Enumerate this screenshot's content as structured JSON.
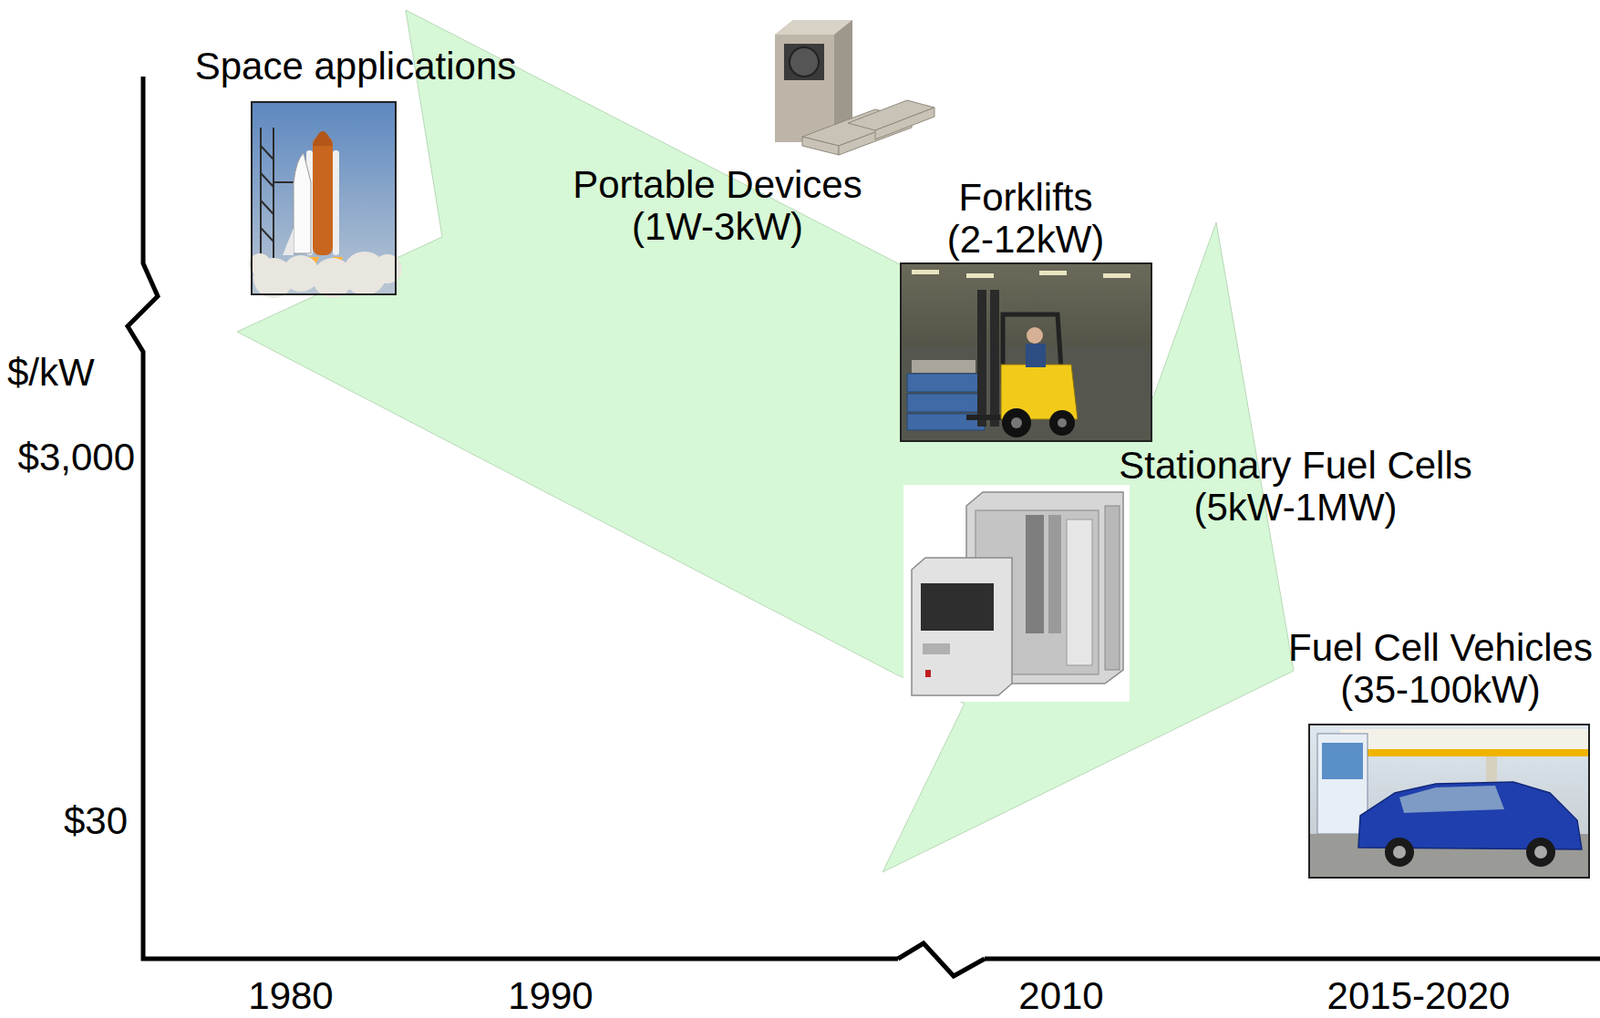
{
  "diagram": {
    "labels": [
      "Space applications",
      "Portable Devices (1W-3kW)",
      "Forklifts (2-12kW)",
      "$/kW",
      "$3,000",
      "Stationary Fuel Cells (5kW-1MW)",
      "Fuel Cell Vehicles (35-100kW)",
      "$30",
      "1980",
      "1990",
      "2010",
      "2015-2020"
    ]
  }
}
